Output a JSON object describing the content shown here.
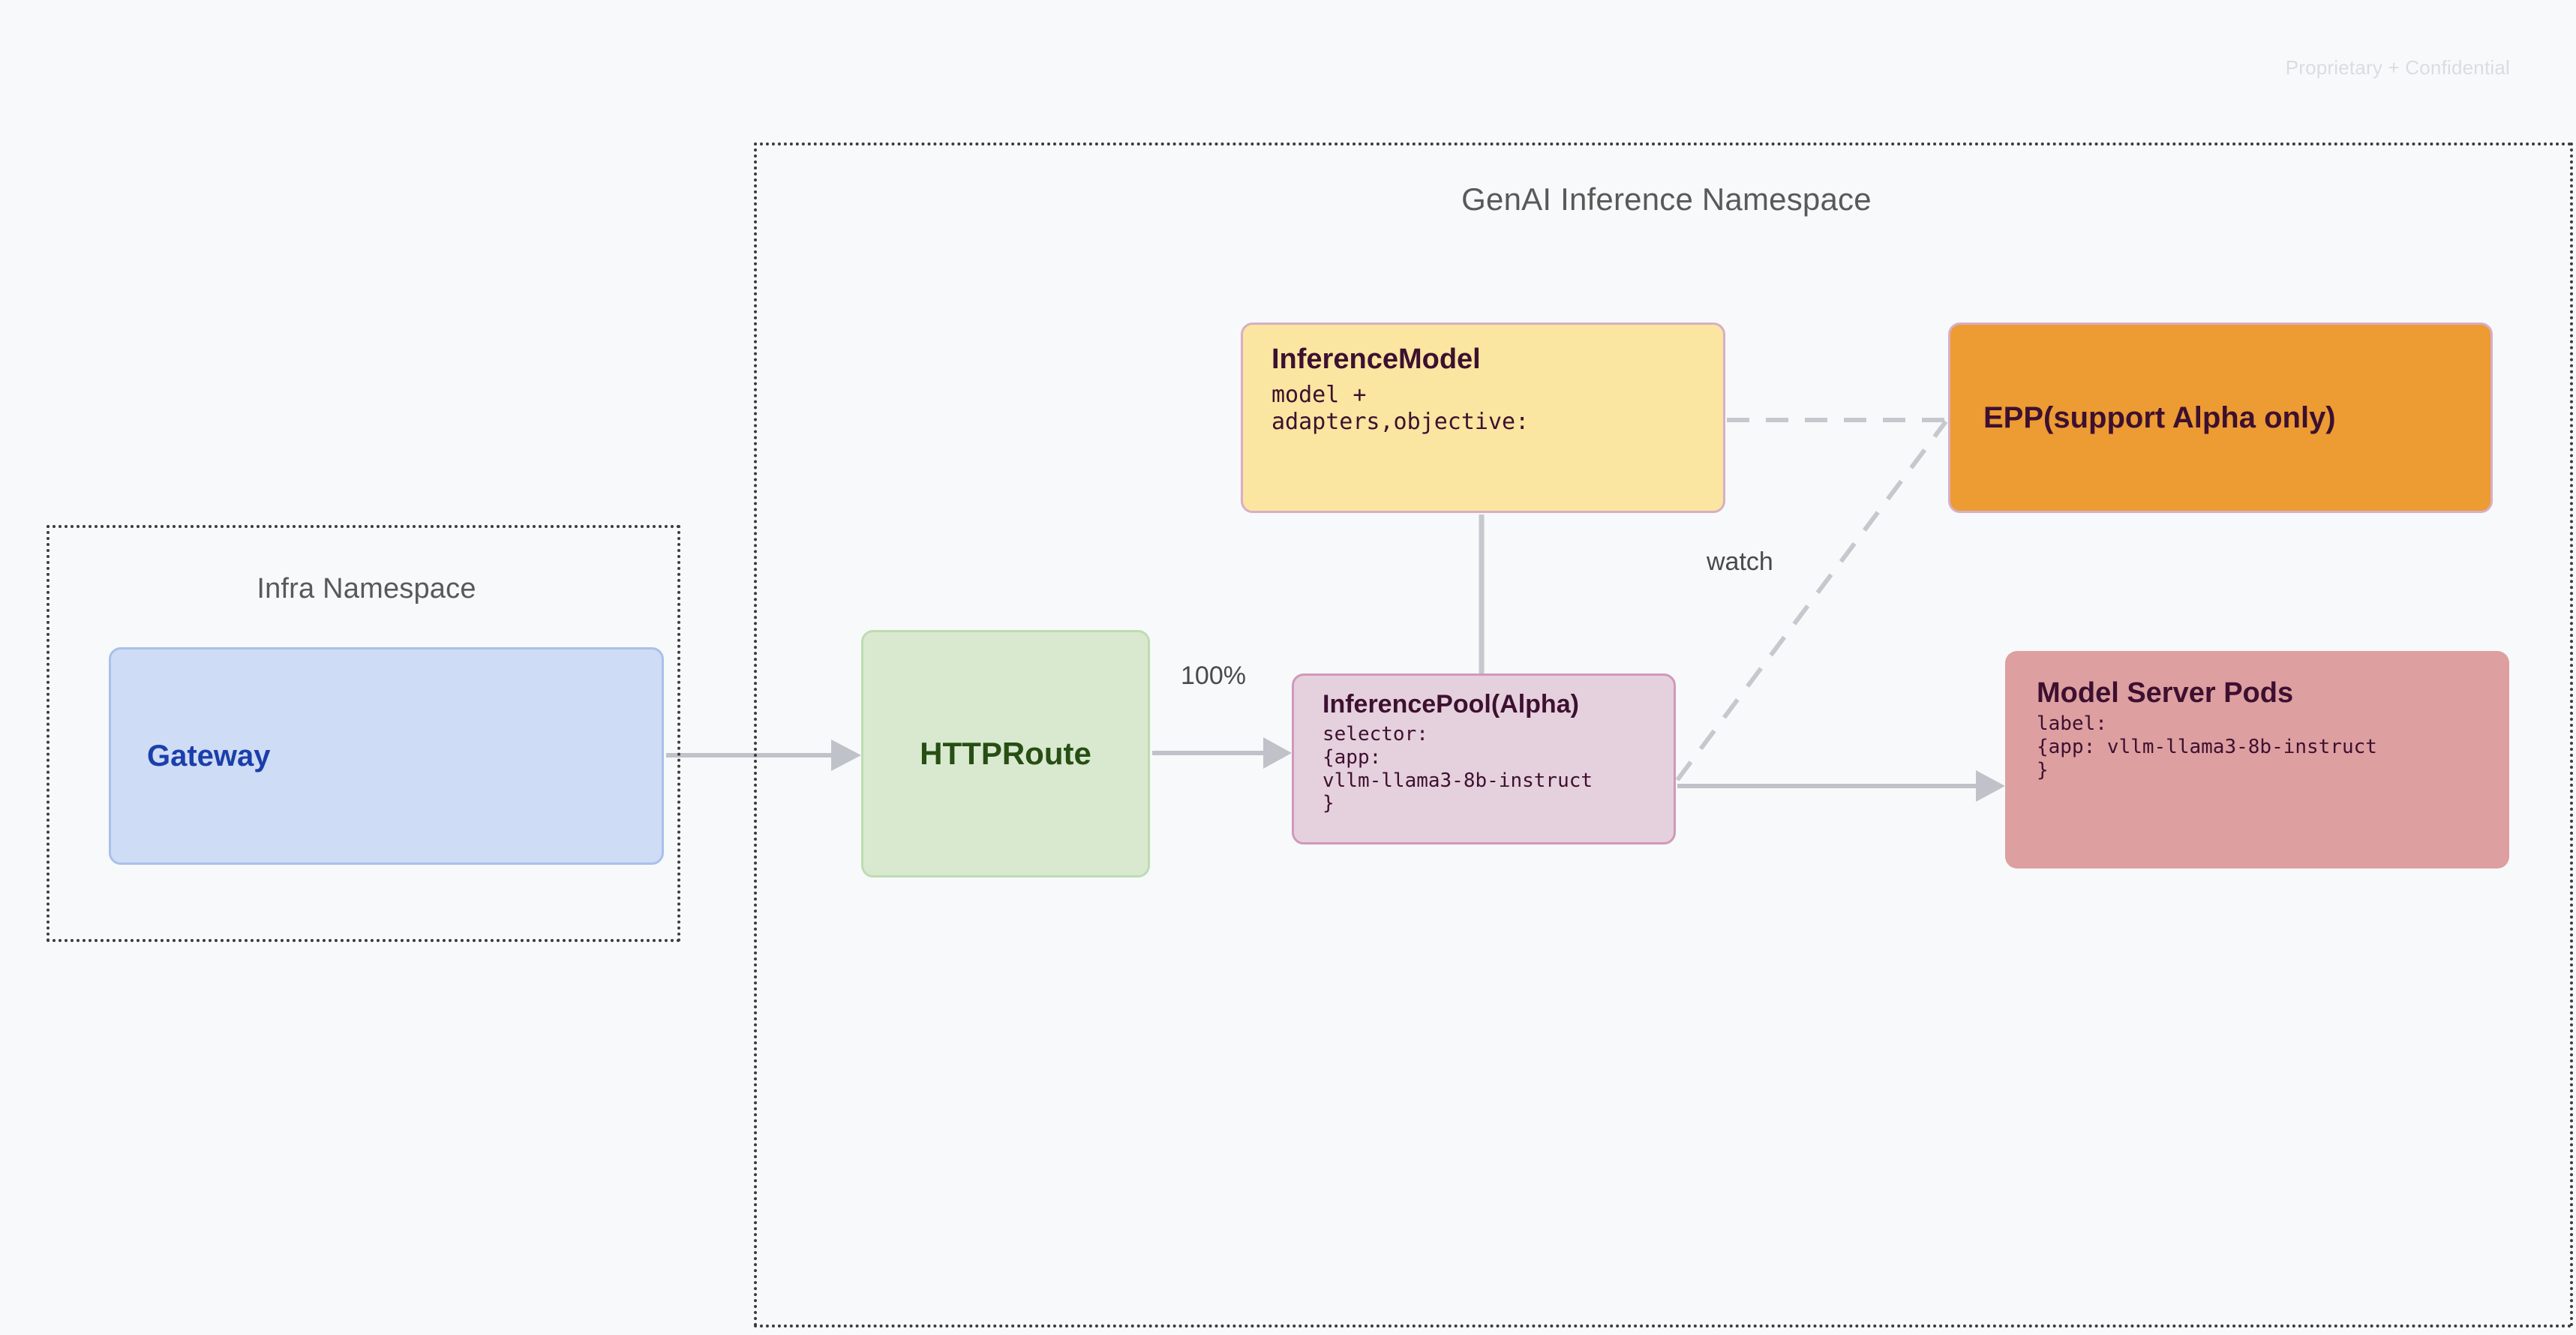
{
  "page": {
    "confidential_note": "Proprietary + Confidential",
    "background_color": "#f7f9fa"
  },
  "namespaces": [
    {
      "id": "infra",
      "title": "Infra Namespace",
      "border_style": "dotted",
      "border_color": "#3b3b3b"
    },
    {
      "id": "genai",
      "title": "GenAI Inference Namespace",
      "border_style": "dotted",
      "border_color": "#3b3b3b"
    }
  ],
  "nodes": {
    "gateway": {
      "title": "Gateway",
      "fill": "#cfdcf5",
      "border": "#a9c0ea",
      "text_color": "#1b3faa"
    },
    "httproute": {
      "title": "HTTPRoute",
      "fill": "#d9e9d0",
      "border": "#bedcb0",
      "text_color": "#274e13"
    },
    "inferencemodel": {
      "title": "InferenceModel",
      "line1": "model +",
      "line2": "adapters,objective:",
      "fill": "#fae6a0",
      "border": "#d8aec5",
      "text_color": "#3d1030"
    },
    "inferencepool": {
      "title": "InferencePool(Alpha)",
      "line1": "selector:",
      "line2": "{app:",
      "line3": "vllm-llama3-8b-instruct",
      "line4": "}",
      "fill": "#e5d1dd",
      "border": "#d099bb",
      "text_color": "#3d1030"
    },
    "epp": {
      "title": "EPP(support Alpha only)",
      "fill": "#ed9b33",
      "border": "#d8aec5",
      "text_color": "#3d1030"
    },
    "pods": {
      "title": "Model Server Pods",
      "line1": "label:",
      "line2": "{app: vllm-llama3-8b-instruct",
      "line3": "}",
      "fill": "#dd9fa0",
      "text_color": "#3d1030"
    }
  },
  "edges": [
    {
      "id": "gateway-to-httproute",
      "from": "gateway",
      "to": "httproute",
      "style": "solid",
      "arrow": true,
      "label": ""
    },
    {
      "id": "httproute-to-inferencepool",
      "from": "httproute",
      "to": "inferencepool",
      "style": "solid",
      "arrow": true,
      "label": "100%"
    },
    {
      "id": "inferencemodel-to-inferencepool",
      "from": "inferencemodel",
      "to": "inferencepool",
      "style": "solid",
      "arrow": false,
      "label": ""
    },
    {
      "id": "inferencemodel-to-epp",
      "from": "inferencemodel",
      "to": "epp",
      "style": "dashed",
      "arrow": false,
      "label": ""
    },
    {
      "id": "inferencepool-to-epp",
      "from": "inferencepool",
      "to": "epp",
      "style": "dashed",
      "arrow": false,
      "label": "watch"
    },
    {
      "id": "inferencepool-to-pods",
      "from": "inferencepool",
      "to": "pods",
      "style": "solid",
      "arrow": true,
      "label": ""
    }
  ],
  "edge_labels": {
    "traffic_weight": "100%",
    "watch": "watch"
  },
  "colors": {
    "edge_stroke": "#bfc3c9",
    "namespace_border": "#3b3b3b",
    "namespace_title": "#595959"
  }
}
